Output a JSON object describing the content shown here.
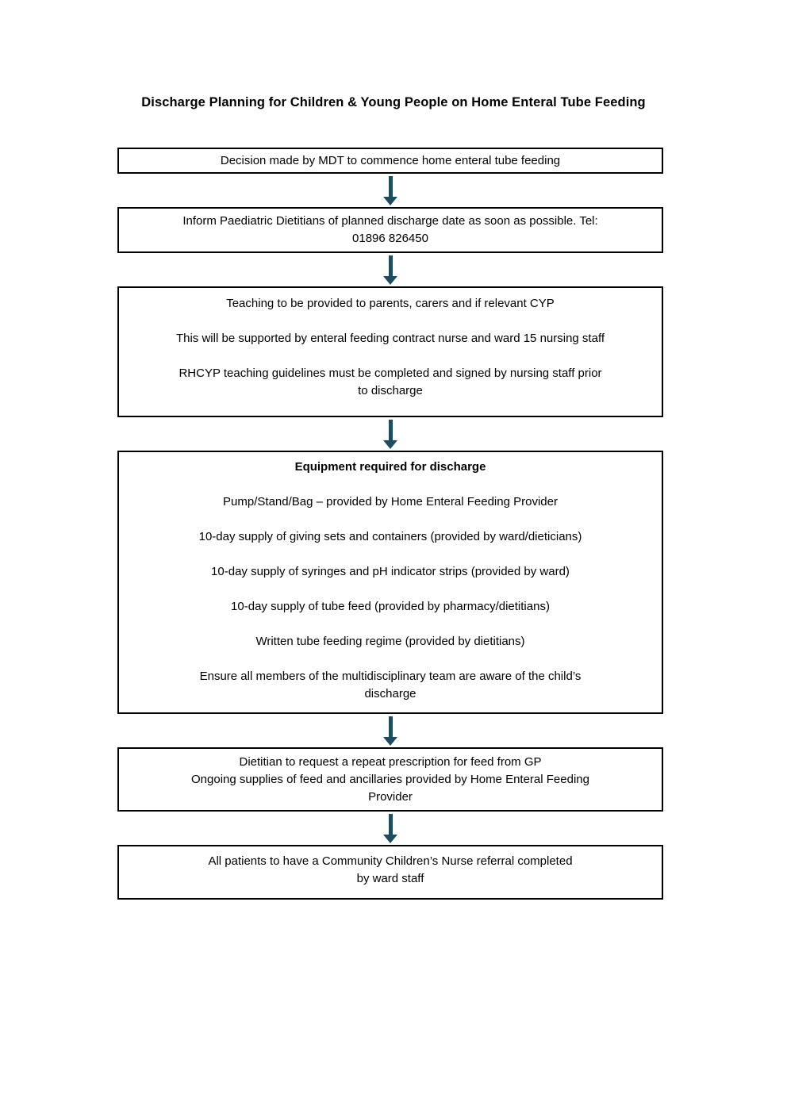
{
  "page": {
    "title": "Discharge Planning for Children & Young People on Home Enteral Tube Feeding"
  },
  "flowchart": {
    "arrow_color": "#1e4d61",
    "border_color": "#000000",
    "boxes": [
      {
        "name": "mdt-decision",
        "paragraphs": [
          {
            "text": "Decision made by MDT to commence home enteral tube feeding"
          }
        ]
      },
      {
        "name": "inform-dietitians",
        "paragraphs": [
          {
            "text": "Inform Paediatric Dietitians of planned discharge date as soon as possible. Tel:\n01896 826450"
          }
        ]
      },
      {
        "name": "teaching",
        "paragraphs": [
          {
            "text": "Teaching to be provided to parents, carers and if relevant CYP"
          },
          {
            "text": "This will be supported by enteral feeding contract nurse and ward 15 nursing staff"
          },
          {
            "text": "RHCYP teaching guidelines must be completed and signed by nursing staff prior\nto discharge"
          }
        ]
      },
      {
        "name": "equipment",
        "paragraphs": [
          {
            "text": "Equipment required for discharge",
            "bold": true
          },
          {
            "text": "Pump/Stand/Bag – provided by Home Enteral Feeding Provider"
          },
          {
            "text": "10-day supply of giving sets and containers (provided by ward/dieticians)"
          },
          {
            "text": "10-day supply of syringes and pH indicator strips (provided by ward)"
          },
          {
            "text": "10-day supply of tube feed (provided by pharmacy/dietitians)"
          },
          {
            "text": "Written tube feeding regime (provided by dietitians)"
          },
          {
            "text": "Ensure all members of the multidisciplinary team are aware of the child’s\ndischarge"
          }
        ]
      },
      {
        "name": "gp-prescription",
        "paragraphs": [
          {
            "text": "Dietitian to request a repeat prescription for feed from GP\nOngoing supplies of feed and ancillaries provided by Home Enteral Feeding\nProvider"
          }
        ]
      },
      {
        "name": "ccn-referral",
        "paragraphs": [
          {
            "text": "All patients to have a Community Children’s Nurse referral completed\nby ward staff"
          }
        ]
      }
    ]
  }
}
